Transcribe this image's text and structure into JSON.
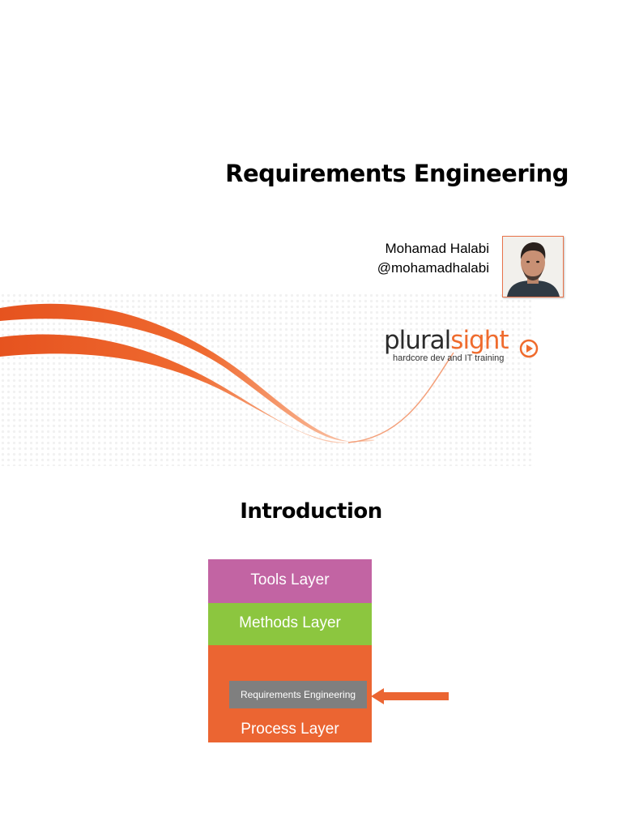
{
  "slide1": {
    "title": "Requirements Engineering",
    "author_name": "Mohamad Halabi",
    "author_handle": "@mohamadhalabi",
    "logo": {
      "word_dark": "plural",
      "word_orange": "sight",
      "tagline": "hardcore dev and IT training"
    }
  },
  "slide2": {
    "heading": "Introduction",
    "layers": {
      "tools": "Tools Layer",
      "methods": "Methods Layer",
      "process": "Process Layer"
    },
    "highlight": "Requirements Engineering"
  },
  "colors": {
    "accent_orange": "#eb6532",
    "tools_layer": "#c264a3",
    "methods_layer": "#8cc63f",
    "highlight_box": "#7f7f7f"
  }
}
